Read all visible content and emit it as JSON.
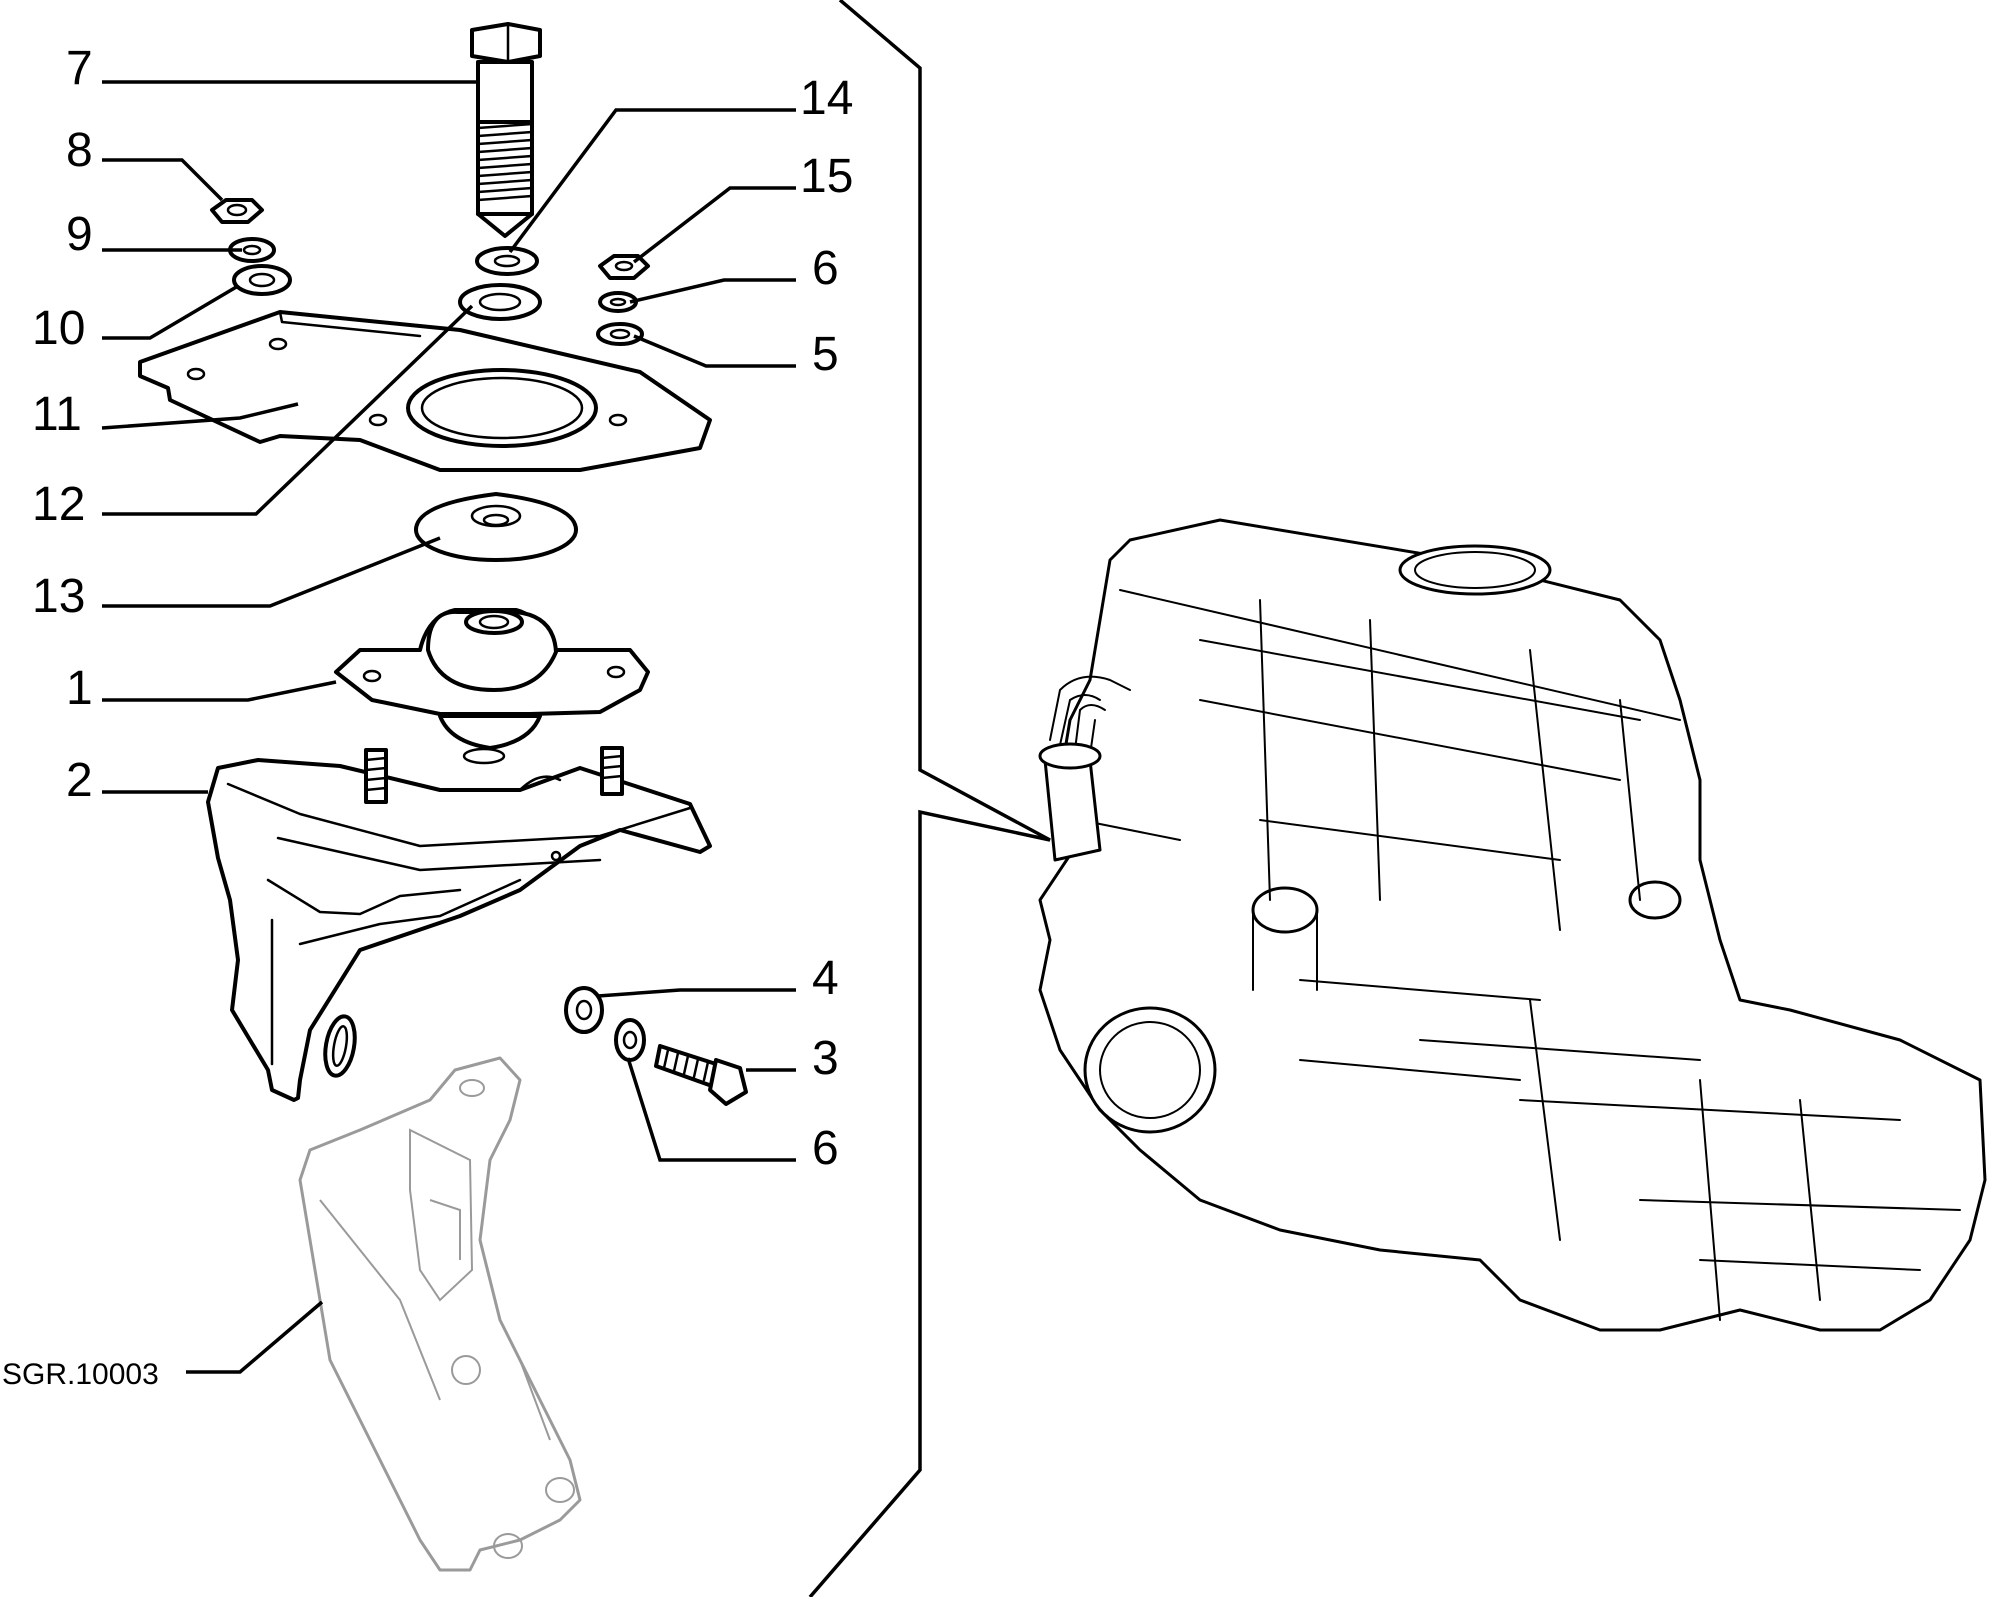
{
  "callouts": {
    "c1": "1",
    "c2": "2",
    "c3": "3",
    "c4": "4",
    "c5": "5",
    "c6a": "6",
    "c6b": "6",
    "c7": "7",
    "c8": "8",
    "c9": "9",
    "c10": "10",
    "c11": "11",
    "c12": "12",
    "c13": "13",
    "c14": "14",
    "c15": "15"
  },
  "reference_code": "SGR.10003"
}
